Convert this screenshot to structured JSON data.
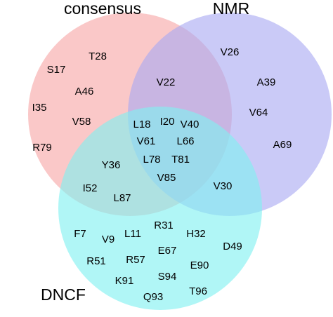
{
  "sets": [
    {
      "name": "consensus",
      "color": "#f7a6a6"
    },
    {
      "name": "NMR",
      "color": "#aaaaf2"
    },
    {
      "name": "DNCF",
      "color": "#7ff0f0"
    }
  ],
  "regions": {
    "consensus_only": [
      "T28",
      "S17",
      "A46",
      "I35",
      "V58",
      "R79"
    ],
    "nmr_only": [
      "V26",
      "A39",
      "V64",
      "A69"
    ],
    "dncf_only": [
      "F7",
      "V9",
      "L11",
      "R31",
      "H32",
      "D49",
      "R51",
      "R57",
      "E67",
      "E90",
      "K91",
      "S94",
      "Q93",
      "T96"
    ],
    "consensus_nmr": [
      "V22"
    ],
    "consensus_dncf": [
      "Y36",
      "I52",
      "L87"
    ],
    "nmr_dncf": [
      "V30"
    ],
    "all_three": [
      "I20",
      "L18",
      "V40",
      "V61",
      "L66",
      "L78",
      "T81",
      "V85"
    ]
  }
}
